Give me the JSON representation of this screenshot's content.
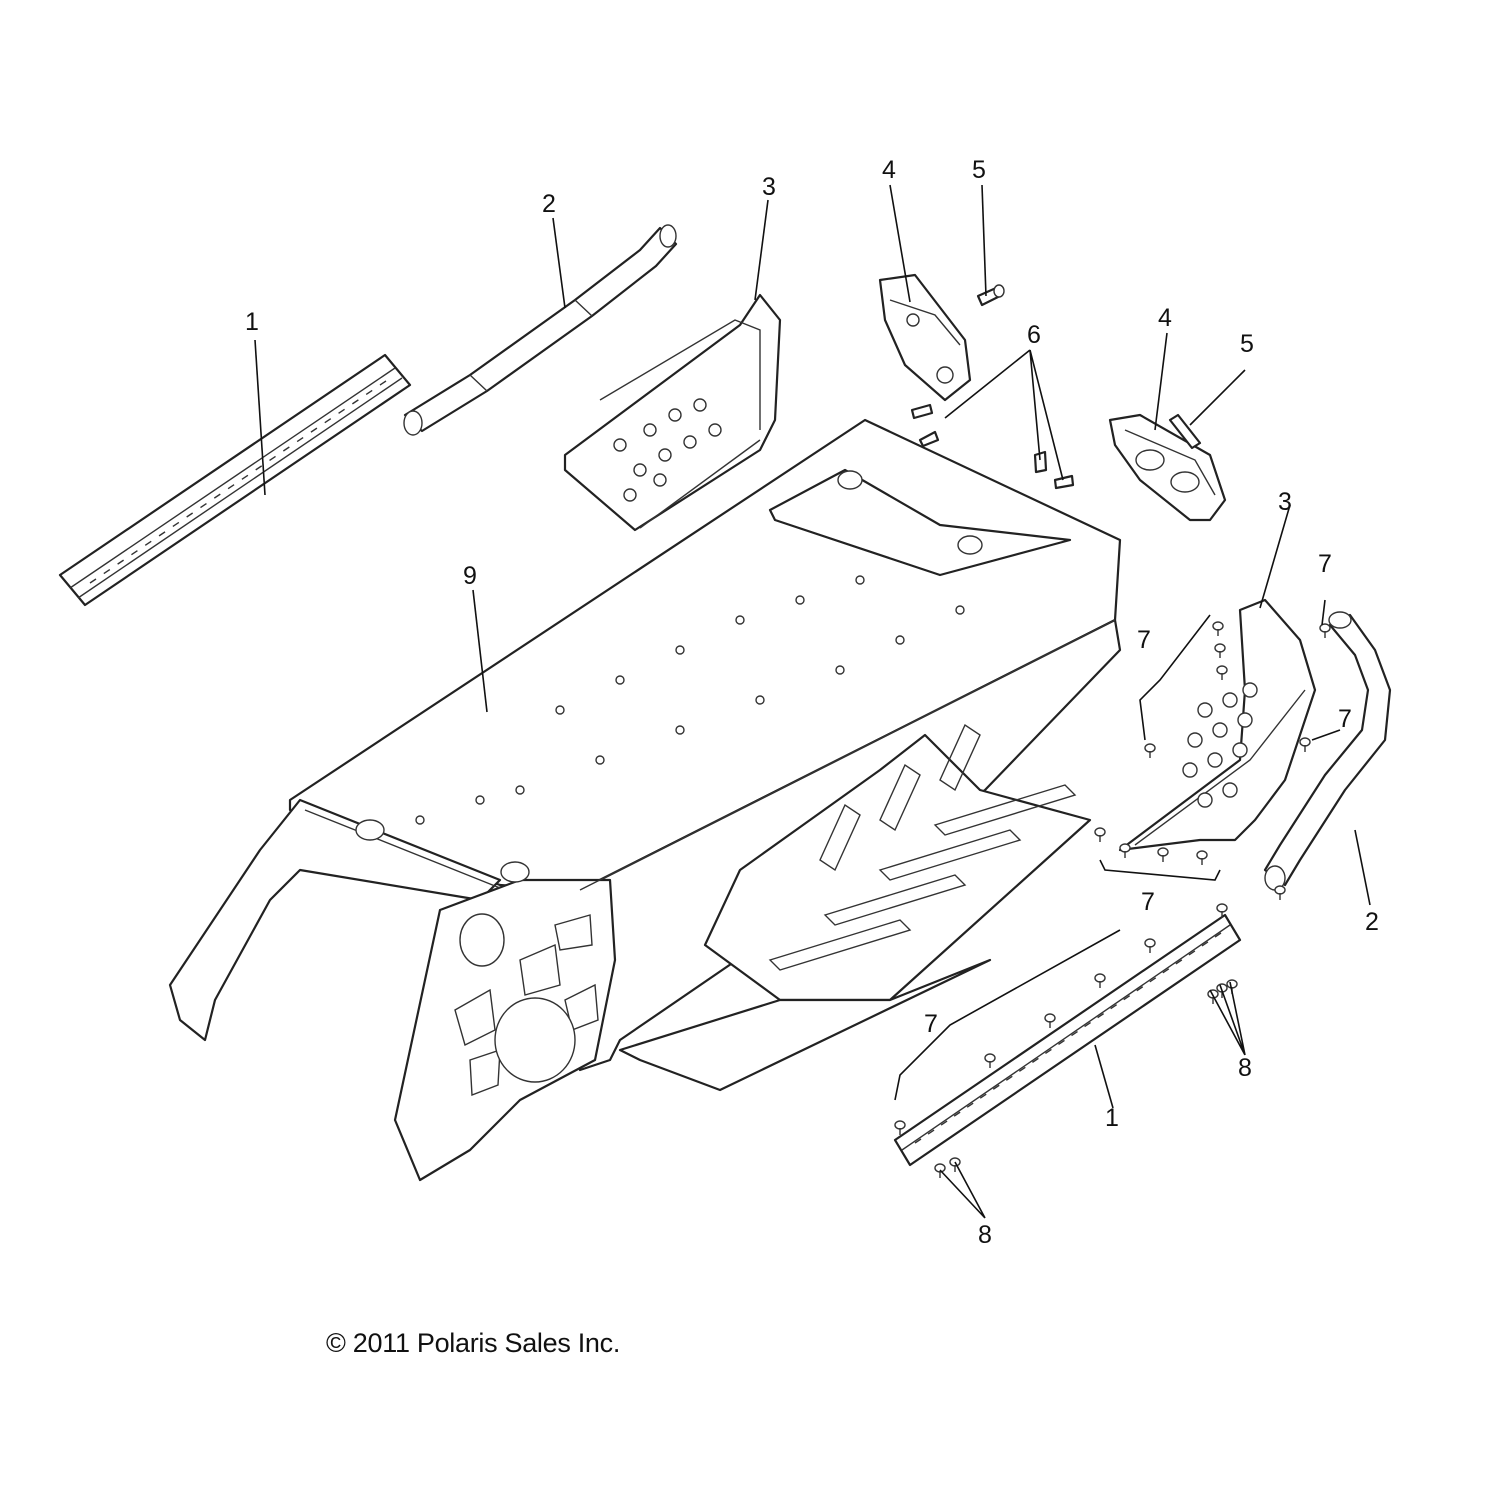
{
  "callouts": [
    {
      "label": "1"
    },
    {
      "label": "2"
    },
    {
      "label": "3"
    },
    {
      "label": "4"
    },
    {
      "label": "5"
    },
    {
      "label": "6"
    },
    {
      "label": "4"
    },
    {
      "label": "5"
    },
    {
      "label": "3"
    },
    {
      "label": "7"
    },
    {
      "label": "7"
    },
    {
      "label": "7"
    },
    {
      "label": "9"
    },
    {
      "label": "2"
    },
    {
      "label": "7"
    },
    {
      "label": "7"
    },
    {
      "label": "8"
    },
    {
      "label": "1"
    },
    {
      "label": "8"
    }
  ],
  "copyright": "© 2011 Polaris Sales Inc."
}
